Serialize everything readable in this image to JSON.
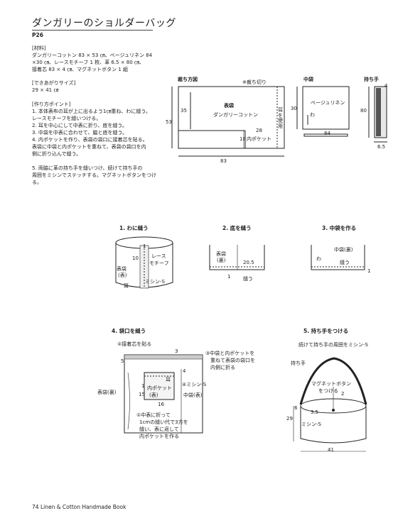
{
  "header": {
    "title": "ダンガリーのショルダーバッグ",
    "page_ref": "P26"
  },
  "materials": {
    "heading": "[材料]",
    "lines": [
      "ダンガリーコットン 83 × 53 ㎝、ベージュリネン 84",
      "×30 ㎝、レースモチーフ 1 枚、革 6.5 × 80 ㎝、",
      "接着芯 83 × 4 ㎝、マグネットボタン 1 組"
    ]
  },
  "finished_size": {
    "heading": "[できあがりサイズ]",
    "value": "29 × 41 ㎝"
  },
  "instructions": {
    "heading": "[作り方ポイント]",
    "lines": [
      "1. 本体表布の耳が上に出るよう1㎝重ね、わに縫う。",
      "レースモチーフを縫いつける。",
      "2. 耳を中心にして中表に折り、底を縫う。",
      "3. 中袋を中表に合わせて、脇と底を縫う。",
      "4. 内ポケットを作り、表袋の袋口に接着芯を貼る。",
      "表袋に中袋と内ポケットを重ねて、表袋の袋口を内",
      "側に折り込んで縫う。",
      "5. 両脇に革の持ち手を縫いつけ、続けて持ち手の",
      "周囲をミシンでステッチする。マグネットボタンをつけ",
      "る。"
    ]
  },
  "cutting": {
    "title": "裁ち方図",
    "note": "※裁ち切り",
    "outer_label": "表袋",
    "fabric_label": "ダンガリーコットン",
    "selvage": "耳を使用",
    "pocket_label": "内ポケット",
    "dim_height": "53",
    "dim_width": "83",
    "dim_35": "35",
    "dim_28": "28",
    "dim_18": "18",
    "lining_title": "中袋",
    "lining_fabric": "ベージュリネン",
    "lining_fold": "わ",
    "lining_h": "30",
    "lining_w": "84",
    "handle_title": "持ち手",
    "handle_h": "80",
    "handle_w": "6.5",
    "handle_4": "4"
  },
  "steps": {
    "s1": {
      "title": "1. わに縫う",
      "outer": "表袋",
      "outer_side": "(表)",
      "lace": "レース",
      "motif": "モチーフ",
      "n10": "10",
      "n1": "1",
      "selvage": "耳",
      "machine": "ミシン-S"
    },
    "s2": {
      "title": "2. 底を縫う",
      "outer": "表袋",
      "outer_side": "(裏)",
      "n205": "20.5",
      "n1": "1",
      "sew": "縫う"
    },
    "s3": {
      "title": "3. 中袋を作る",
      "lining": "中袋(裏)",
      "fold": "わ",
      "sew": "縫う",
      "n1": "1"
    },
    "s4": {
      "title": "4. 袋口を縫う",
      "a1": "②接着芯を貼る",
      "a2": "③中袋と内ポケットを",
      "a2b": "重ねて表袋の袋口を",
      "a2c": "内側に折る",
      "selvage": "耳",
      "pocket": "内ポケット",
      "pocket_side": "(表)",
      "machine": "④ミシン-S",
      "lining": "中袋(表)",
      "outer": "表袋(裏)",
      "n5": "5",
      "n4": "4",
      "n3": "3",
      "n15": "15",
      "n16": "16",
      "n1": "1",
      "note1": "①中表に折って",
      "note2": "1cmの縫い代で3方を",
      "note3": "縫い、表に返して",
      "note4": "内ポケットを作る"
    },
    "s5": {
      "title": "5. 持ち手をつける",
      "a1": "続けて持ち手の周囲をミシン-S",
      "handle": "持ち手",
      "magnet": "マグネットボタン",
      "magnet2": "をつける",
      "n2": "2",
      "n6": "6",
      "n35": "3.5",
      "n29": "29",
      "n41": "41",
      "machine": "ミシン-S"
    }
  },
  "footer": {
    "page_number": "74",
    "book": "Linen & Cotton Handmade Book"
  }
}
